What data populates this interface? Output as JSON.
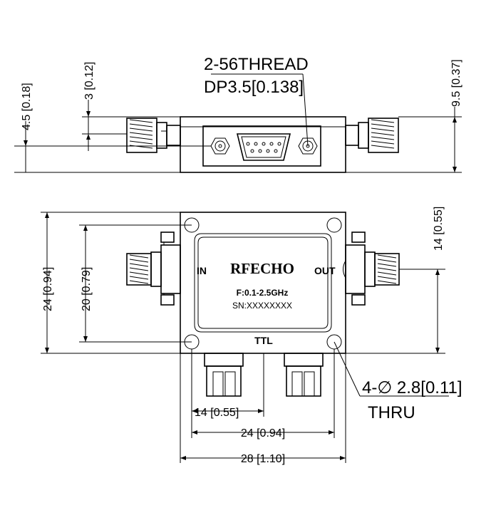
{
  "top_view": {
    "thread_label_line1": "2-56THREAD",
    "thread_label_line2": "DP3.5[0.138]",
    "dim_left_outer": "4.5 [0.18]",
    "dim_left_inner": "3 [0.12]",
    "dim_right": "9.5 [0.37]"
  },
  "front_view": {
    "brand": "RFECHO",
    "port_in": "IN",
    "port_out": "OUT",
    "port_ttl": "TTL",
    "frequency": "F:0.1-2.5GHz",
    "serial": "SN:XXXXXXXX",
    "dim_height_outer": "24 [0.94]",
    "dim_height_inner": "20 [0.79]",
    "dim_connector_height": "14 [0.55]",
    "dim_ttl_offset": "14 [0.55]",
    "dim_hole_spacing": "24 [0.94]",
    "dim_width": "28 [1.10]",
    "hole_note_line1": "4-∅ 2.8[0.11]",
    "hole_note_line2": "THRU"
  },
  "icons": [
    "screw-icon",
    "db9-connector-icon",
    "sma-connector-icon"
  ]
}
